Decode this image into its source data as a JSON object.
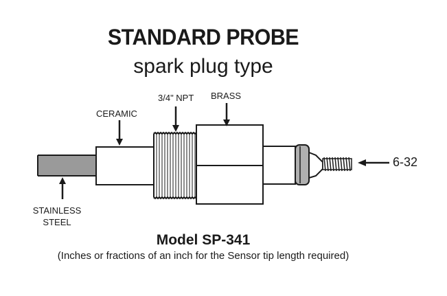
{
  "title": "STANDARD PROBE",
  "subtitle": "spark plug type",
  "labels": {
    "npt": "3/4\" NPT",
    "brass": "BRASS",
    "ceramic": "CERAMIC",
    "thread": "6-32",
    "steel": "STAINLESS STEEL"
  },
  "model": "Model SP-341",
  "note": "(Inches or fractions of an inch for the Sensor tip length required)",
  "colors": {
    "stroke": "#1a1a1a",
    "steel_fill": "#9a9a9a",
    "cap_fill": "#b0b0b0"
  }
}
